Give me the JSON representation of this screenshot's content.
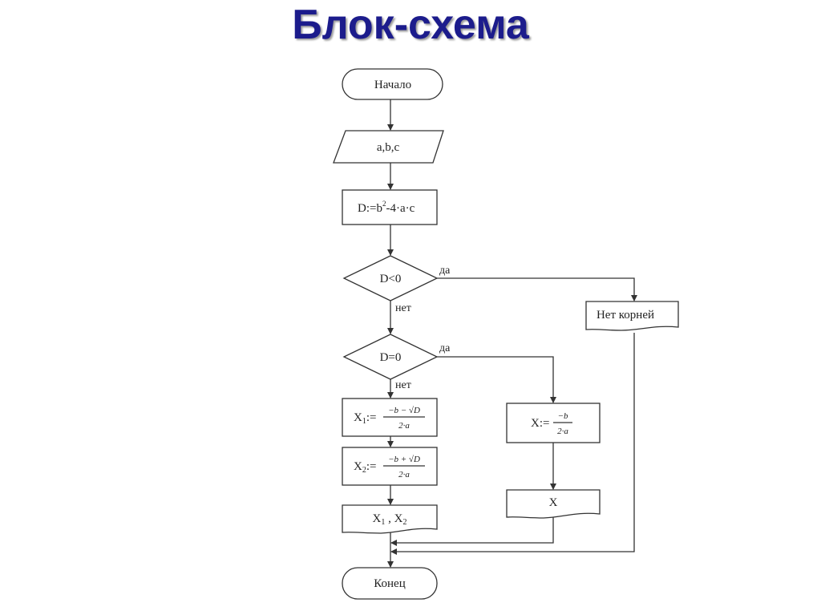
{
  "title": "Блок-схема",
  "blocks": {
    "start": "Начало",
    "input": "a,b,c",
    "discriminant": {
      "lhs": "D:=b",
      "sup": "2",
      "rhs": "-4·a·c"
    },
    "cond1": "D<0",
    "cond1_yes": "да",
    "cond1_no": "нет",
    "no_roots": "Нет корней",
    "cond2": "D=0",
    "cond2_yes": "да",
    "cond2_no": "нет",
    "x1": {
      "var": "X",
      "sub": "1",
      "assign": ":=",
      "num": "−b − √D",
      "den": "2·a"
    },
    "x2": {
      "var": "X",
      "sub": "2",
      "assign": ":=",
      "num": "−b + √D",
      "den": "2·a"
    },
    "x_single": {
      "var": "X:=",
      "num": "−b",
      "den": "2·a"
    },
    "output_x1x2": {
      "v1": "X",
      "s1": "1",
      "sep": " , ",
      "v2": "X",
      "s2": "2"
    },
    "output_x": "X",
    "end": "Конец"
  },
  "colors": {
    "title": "#1c1c8c",
    "stroke": "#333333"
  }
}
